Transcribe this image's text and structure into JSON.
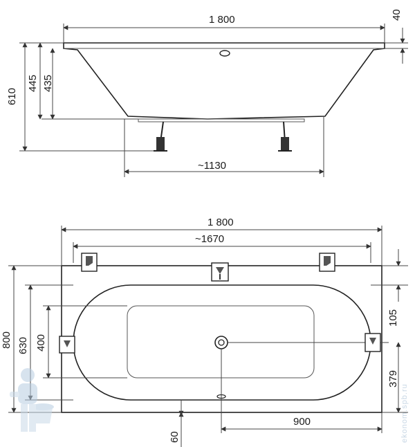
{
  "side_view": {
    "width_label": "1 800",
    "rim_label": "40",
    "height_total_label": "610",
    "height_445_label": "445",
    "height_435_label": "435",
    "bottom_label": "~1130"
  },
  "top_view": {
    "width_label": "1 800",
    "inner_label": "~1670",
    "height_label": "800",
    "h630_label": "630",
    "h400_label": "400",
    "r105_label": "105",
    "r379_label": "379",
    "b900_label": "900",
    "b60_label": "60"
  },
  "watermark": {
    "text": "ekonom.spb.ru"
  },
  "colors": {
    "line": "#222222",
    "watermark": "#9bb6cf"
  }
}
